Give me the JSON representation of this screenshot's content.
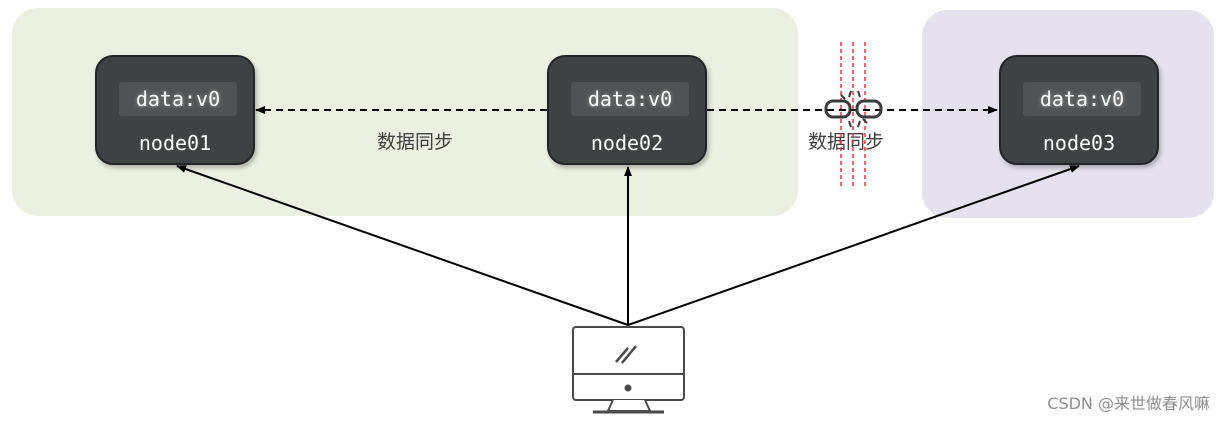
{
  "nodes": [
    {
      "data": "data:v0",
      "name": "node01"
    },
    {
      "data": "data:v0",
      "name": "node02"
    },
    {
      "data": "data:v0",
      "name": "node03"
    }
  ],
  "links": [
    {
      "label": "数据同步",
      "from": "node02",
      "to": "node01",
      "status": "active"
    },
    {
      "label": "数据同步",
      "from": "node02",
      "to": "node03",
      "status": "broken"
    }
  ],
  "client": {
    "icon": "desktop-computer-icon"
  },
  "watermark": "CSDN @来世做春风嘛",
  "colors": {
    "zone_left": "#ecf0e0",
    "zone_right": "#e6e1ee",
    "node_fill": "#3f4245",
    "break_marker": "#e0393e"
  }
}
